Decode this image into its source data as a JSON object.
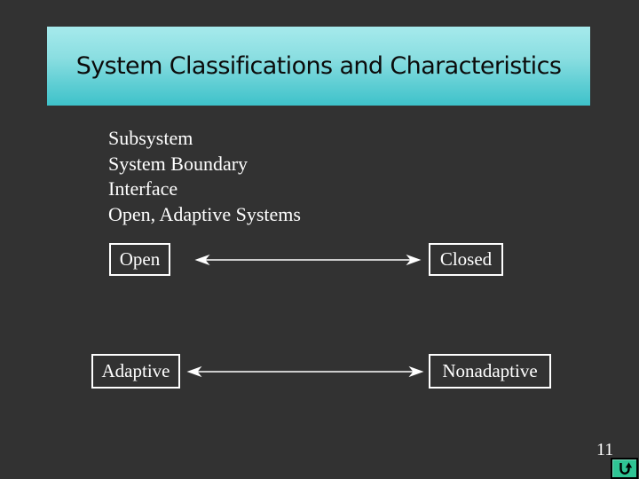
{
  "slide": {
    "title": "System Classifications and Characteristics",
    "page_number": "11"
  },
  "bullets": {
    "items": [
      "Subsystem",
      "System Boundary",
      "Interface",
      "Open, Adaptive Systems"
    ]
  },
  "diagram": {
    "rows": [
      {
        "left": "Open",
        "right": "Closed",
        "connector": "double-headed-arrow"
      },
      {
        "left": "Adaptive",
        "right": "Nonadaptive",
        "connector": "double-headed-arrow"
      }
    ]
  },
  "icons": {
    "return_icon": "u-turn-return-arrow"
  },
  "colors": {
    "background": "#323232",
    "title_bar_gradient_top": "#a6eaec",
    "title_bar_gradient_bottom": "#3ec2ca",
    "title_text": "#0b0b0b",
    "body_text": "#ffffff",
    "box_border": "#ffffff",
    "arrow": "#ffffff",
    "return_button_fill": "#2fc494",
    "return_button_border": "#000000"
  }
}
